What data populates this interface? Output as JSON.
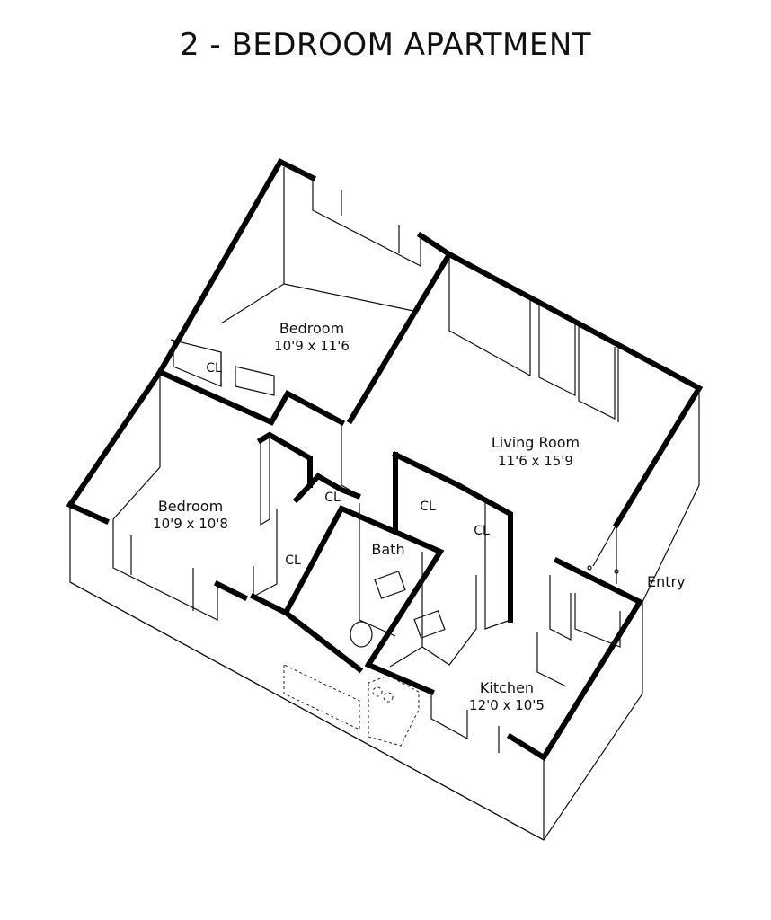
{
  "title": "2 - BEDROOM APARTMENT",
  "rooms": {
    "bedroom_upper": {
      "name": "Bedroom",
      "dims": "10'9 x 11'6"
    },
    "bedroom_lower": {
      "name": "Bedroom",
      "dims": "10'9 x 10'8"
    },
    "living_room": {
      "name": "Living Room",
      "dims": "11'6 x 15'9"
    },
    "kitchen": {
      "name": "Kitchen",
      "dims": "12'0 x 10'5"
    },
    "bath": {
      "name": "Bath"
    }
  },
  "closets": [
    "CL",
    "CL",
    "CL",
    "CL",
    "CL"
  ],
  "entry": "Entry"
}
